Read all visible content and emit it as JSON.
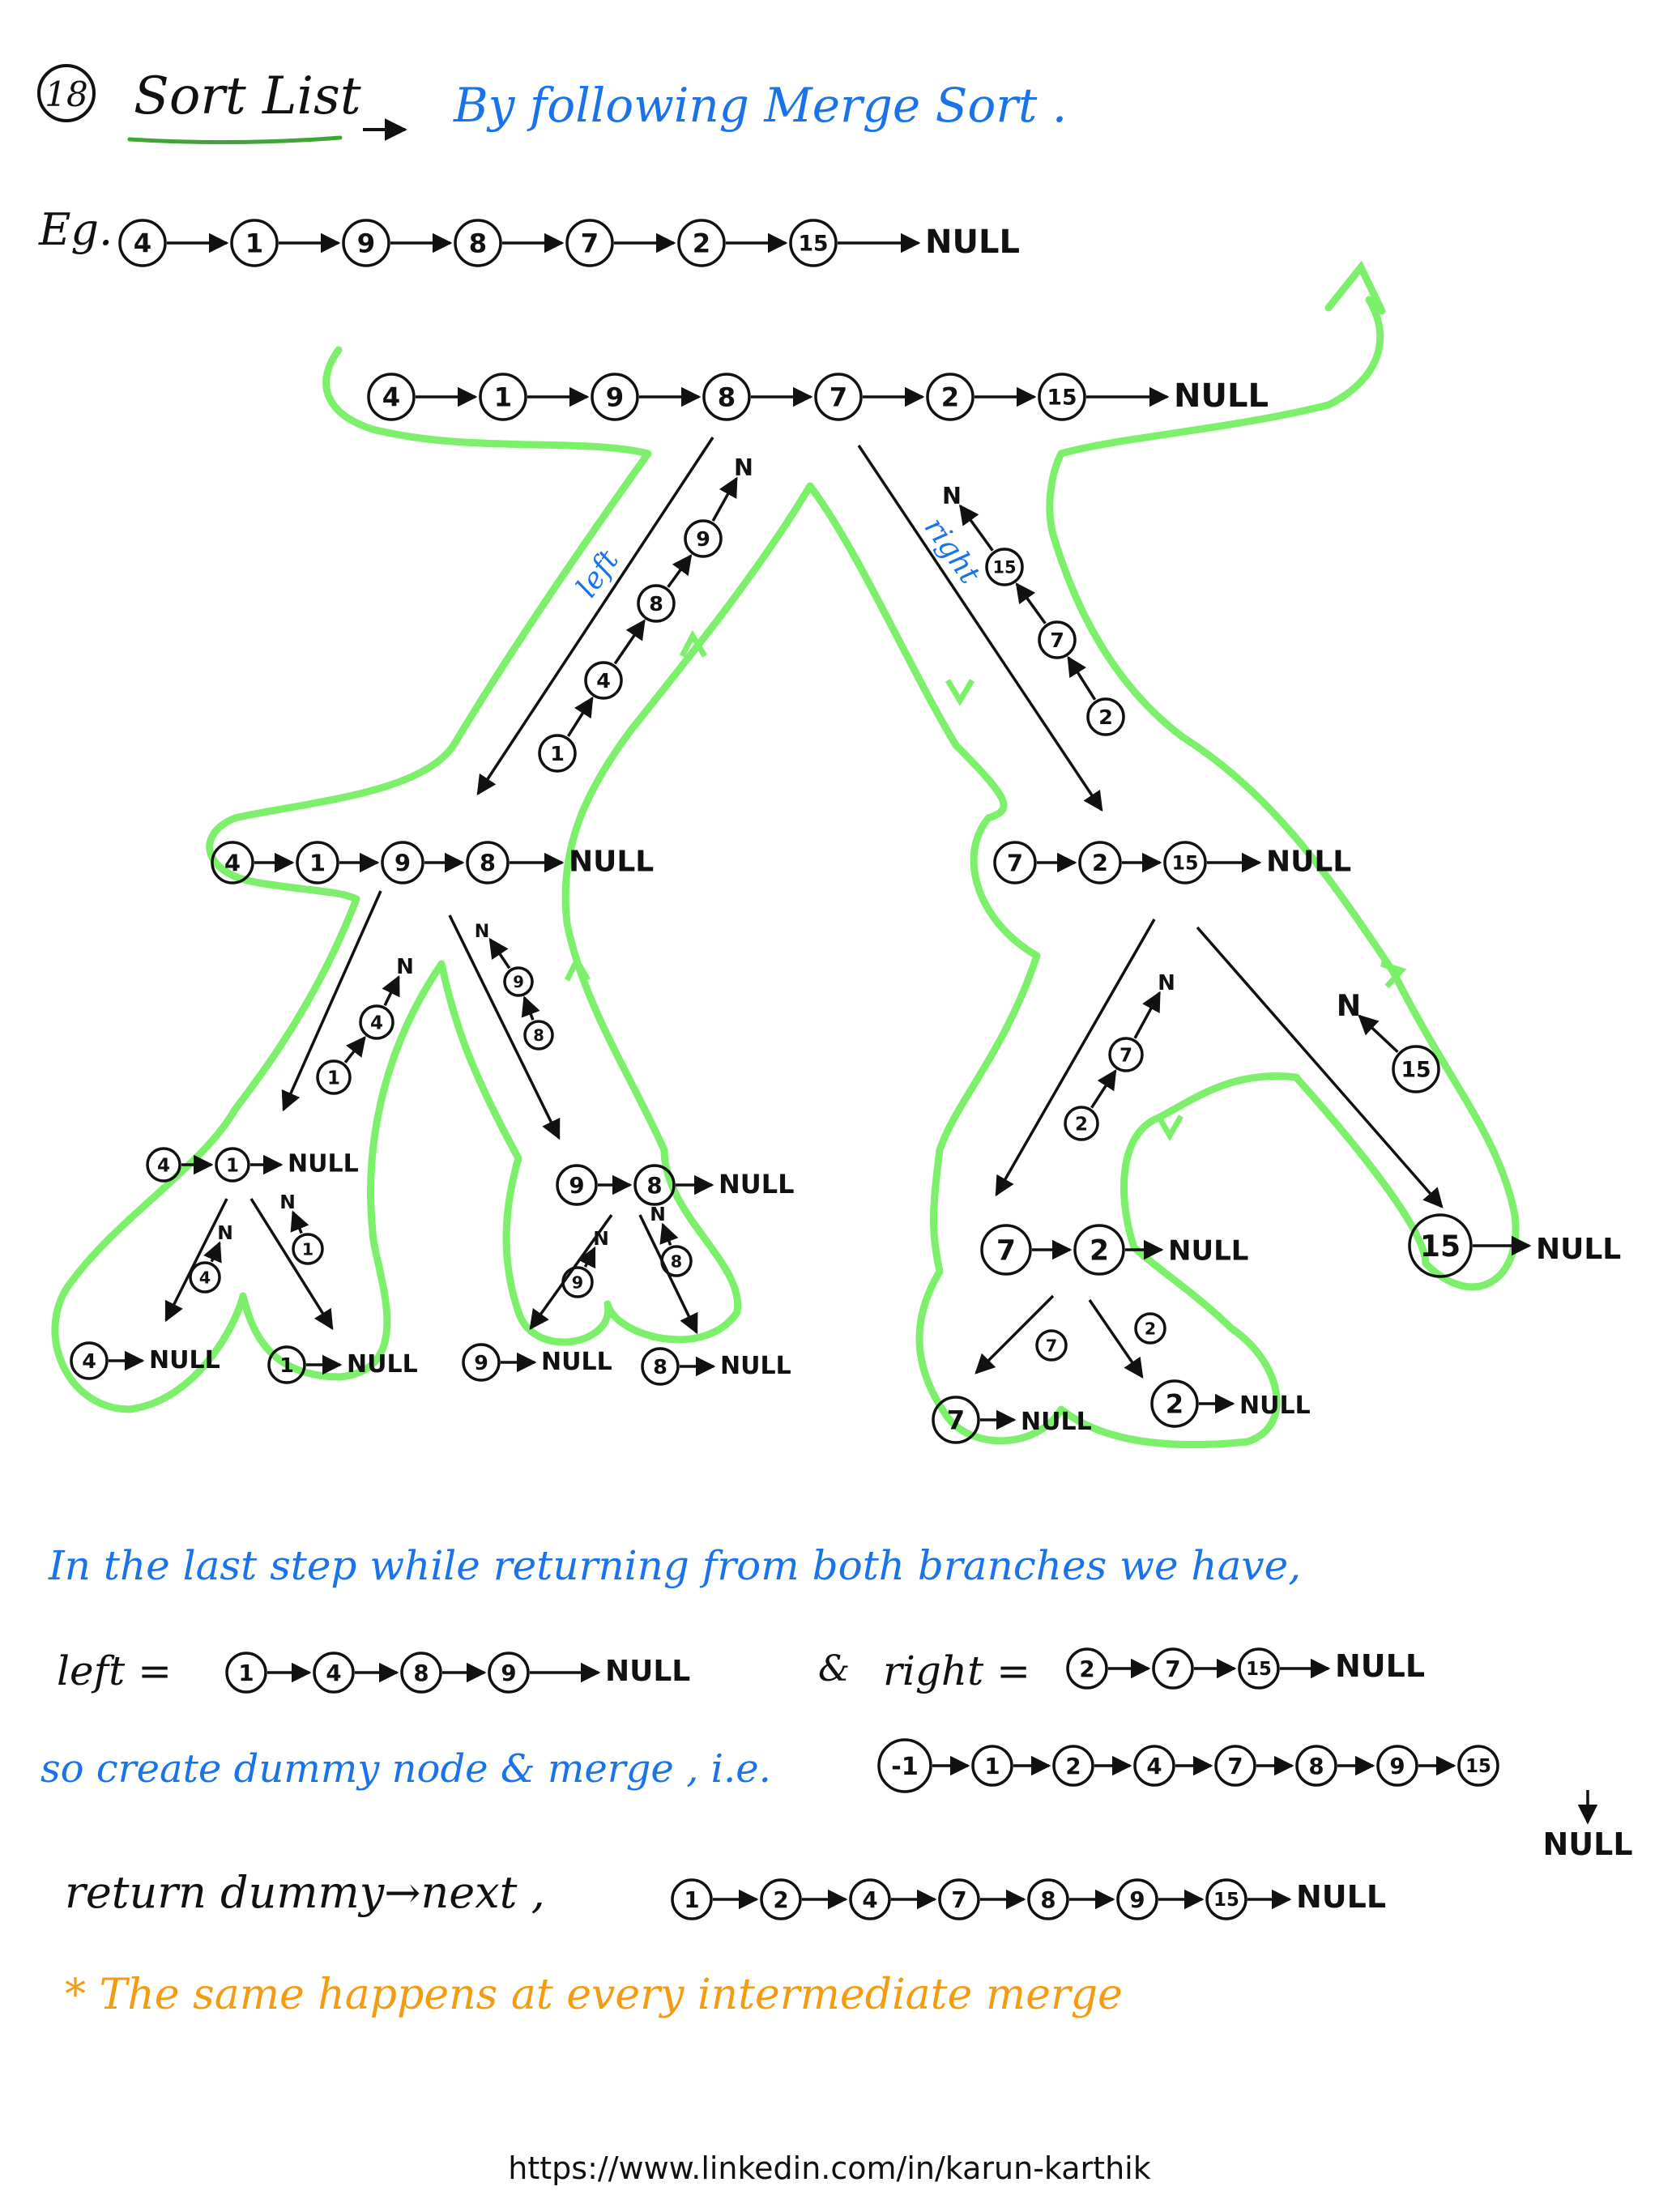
{
  "title": {
    "badge": "18",
    "name": "Sort List",
    "approach": "By following Merge Sort ."
  },
  "example": {
    "label": "Eg.",
    "nodes": [
      "4",
      "1",
      "9",
      "8",
      "7",
      "2",
      "15"
    ]
  },
  "null_label": "NULL",
  "null_label_alt": "NULL",
  "n_label": "N",
  "branch_labels": {
    "left": "left",
    "right": "right"
  },
  "tree": {
    "root": [
      "4",
      "1",
      "9",
      "8",
      "7",
      "2",
      "15"
    ],
    "left": [
      "4",
      "1",
      "9",
      "8"
    ],
    "right": [
      "7",
      "2",
      "15"
    ],
    "left_left": [
      "4",
      "1"
    ],
    "left_right": [
      "9",
      "8"
    ],
    "right_left": [
      "7",
      "2"
    ],
    "right_right": [
      "15"
    ],
    "leaves": [
      "4",
      "1",
      "9",
      "8",
      "7",
      "2"
    ],
    "returns": {
      "root_left": [
        "1",
        "4",
        "8",
        "9"
      ],
      "root_right": [
        "2",
        "7",
        "15"
      ],
      "left_left": [
        "1",
        "4"
      ],
      "left_right": [
        "8",
        "9"
      ],
      "right_left": [
        "2",
        "7"
      ],
      "right_right": [
        "15"
      ],
      "ll_left": [
        "4"
      ],
      "ll_right": [
        "1"
      ],
      "lr_left": [
        "9"
      ],
      "lr_right": [
        "8"
      ],
      "rl_left": [
        "7"
      ],
      "rl_right": [
        "2"
      ]
    }
  },
  "explanation": {
    "line1": "In the last step while returning from both branches we have,",
    "left_label": "left =",
    "left_list": [
      "1",
      "4",
      "8",
      "9"
    ],
    "and": "&",
    "right_label": "right =",
    "right_list": [
      "2",
      "7",
      "15"
    ],
    "line3": "so create dummy node & merge , i.e.",
    "merged": [
      "-1",
      "1",
      "2",
      "4",
      "7",
      "8",
      "9",
      "15"
    ],
    "line4": "return dummy→next ,",
    "result": [
      "1",
      "2",
      "4",
      "7",
      "8",
      "9",
      "15"
    ],
    "note": "* The same happens at every intermediate merge"
  },
  "footer": {
    "link": "https://www.linkedin.com/in/karun-karthik"
  },
  "colors": {
    "ink": "#111111",
    "blue": "#1a73e8",
    "green": "#7cf06a",
    "orange": "#f39c12",
    "underline": "#3fa535"
  }
}
